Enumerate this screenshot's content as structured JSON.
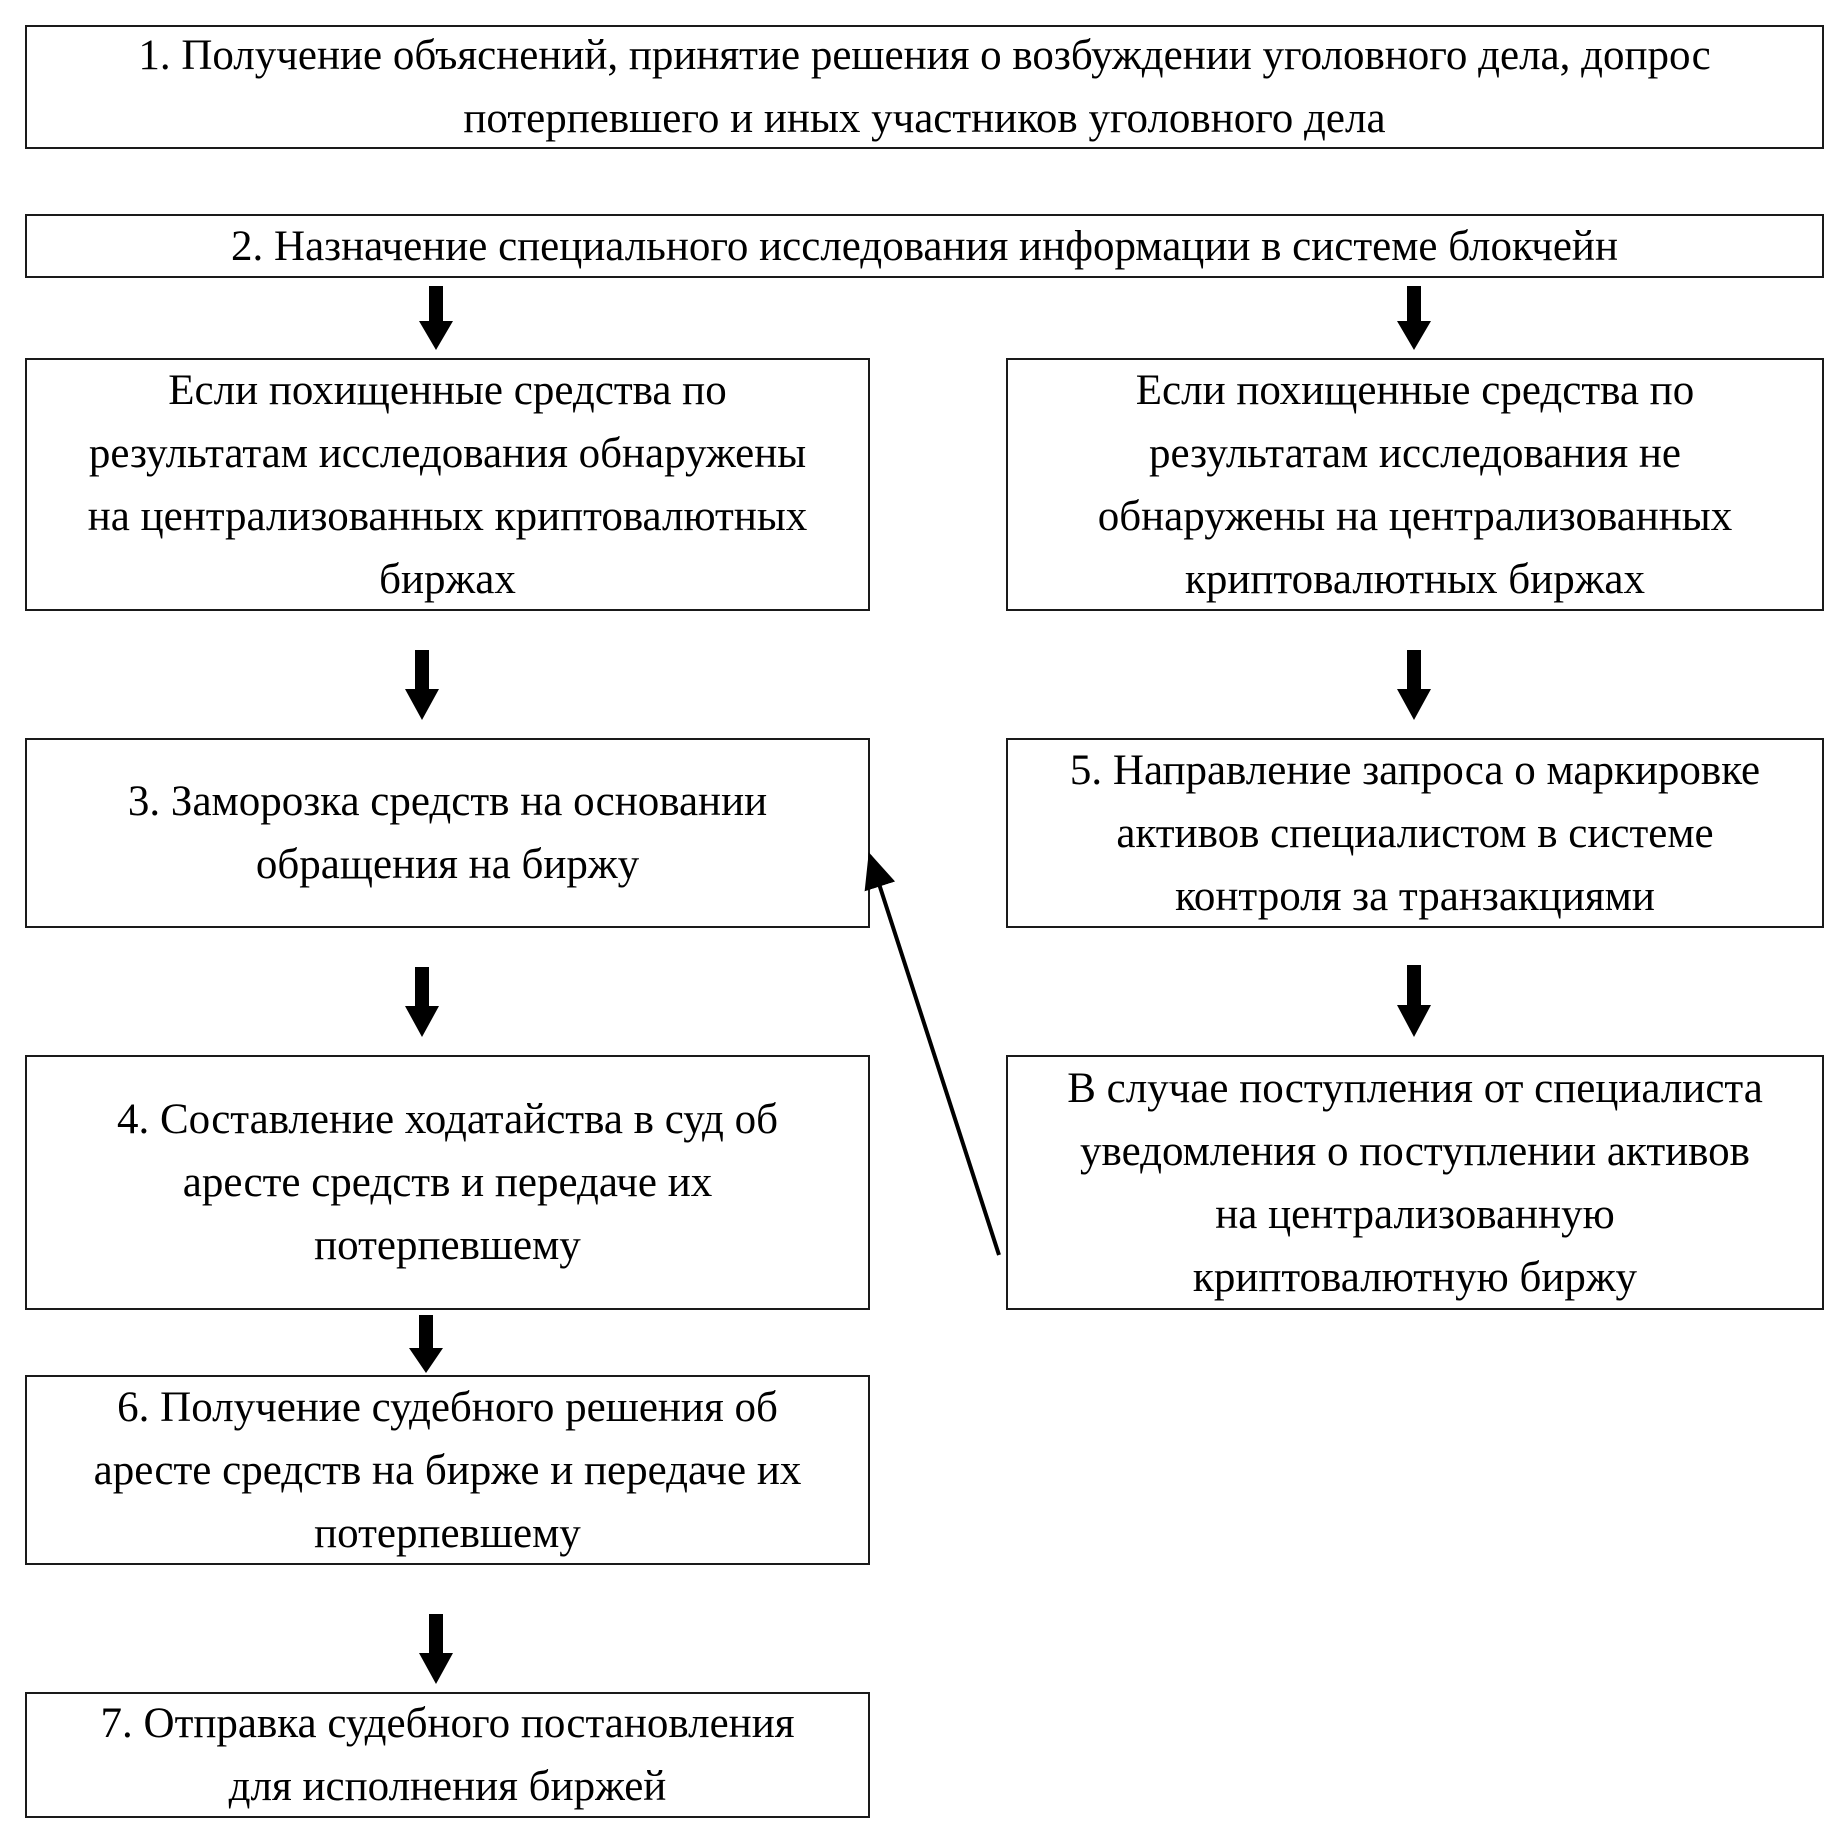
{
  "steps": {
    "step1": "1. Получение объяснений, принятие решения о возбуждении уголовного дела, допрос\nпотерпевшего и иных участников уголовного дела",
    "step2": "2. Назначение специального исследования информации в системе блокчейн",
    "found": "Если похищенные средства по\nрезультатам исследования обнаружены\nна централизованных криптовалютных\nбиржах",
    "not_found": "Если похищенные средства по\nрезультатам исследования не\nобнаружены на централизованных\nкриптовалютных биржах",
    "step3": "3. Заморозка средств на основании\nобращения на биржу",
    "step5": "5. Направление запроса о маркировке\nактивов специалистом в системе\nконтроля за транзакциями",
    "step4": "4. Составление ходатайства в суд об\nаресте средств и передаче их\nпотерпевшему",
    "notification": "В случае поступления от специалиста\nуведомления о поступлении активов\nна централизованную\nкриптовалютную биржу",
    "step6": "6. Получение судебного решения об\nаресте средств на бирже и передаче их\nпотерпевшему",
    "step7": "7. Отправка судебного постановления\nдля исполнения биржей"
  },
  "colors": {
    "border": "#1a1a1a",
    "arrow": "#000000",
    "background": "#ffffff"
  },
  "connectors": [
    {
      "from": "step2",
      "to": "found",
      "kind": "block-arrow"
    },
    {
      "from": "step2",
      "to": "not_found",
      "kind": "block-arrow"
    },
    {
      "from": "found",
      "to": "step3",
      "kind": "block-arrow"
    },
    {
      "from": "not_found",
      "to": "step5",
      "kind": "block-arrow"
    },
    {
      "from": "step3",
      "to": "step4",
      "kind": "block-arrow"
    },
    {
      "from": "step5",
      "to": "notification",
      "kind": "block-arrow"
    },
    {
      "from": "step4",
      "to": "step6",
      "kind": "block-arrow"
    },
    {
      "from": "step6",
      "to": "step7",
      "kind": "block-arrow"
    },
    {
      "from": "notification",
      "to": "step3",
      "kind": "line-arrow"
    }
  ]
}
